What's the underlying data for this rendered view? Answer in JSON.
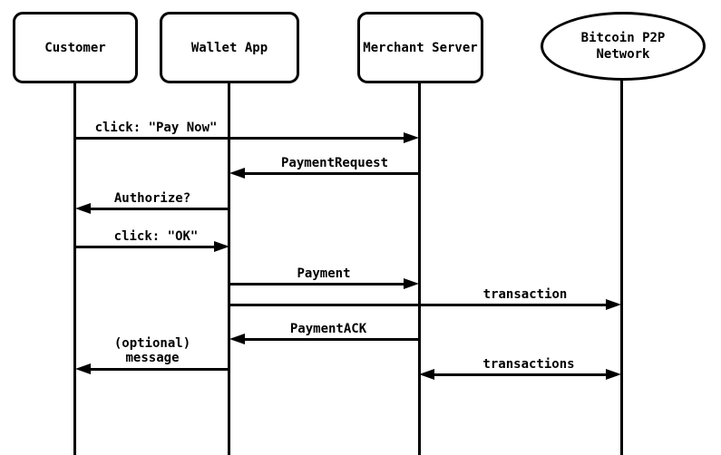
{
  "diagram": {
    "type": "sequence-diagram",
    "background_color": "#ffffff",
    "line_color": "#000000",
    "text_color": "#000000"
  },
  "actors": [
    {
      "label": "Customer",
      "shape": "rounded-rect"
    },
    {
      "label": "Wallet App",
      "shape": "rounded-rect"
    },
    {
      "label": "Merchant Server",
      "shape": "rounded-rect"
    },
    {
      "label": "Bitcoin P2P Network",
      "shape": "ellipse"
    }
  ],
  "messages": [
    {
      "label": "click: \"Pay Now\"",
      "from": "Customer",
      "to": "Merchant Server",
      "direction": "right"
    },
    {
      "label": "PaymentRequest",
      "from": "Merchant Server",
      "to": "Wallet App",
      "direction": "left"
    },
    {
      "label": "Authorize?",
      "from": "Wallet App",
      "to": "Customer",
      "direction": "left"
    },
    {
      "label": "click: \"OK\"",
      "from": "Customer",
      "to": "Wallet App",
      "direction": "right"
    },
    {
      "label": "Payment",
      "from": "Wallet App",
      "to": "Merchant Server",
      "direction": "right"
    },
    {
      "label": "transaction",
      "from": "Wallet App",
      "to": "Bitcoin P2P Network",
      "direction": "right"
    },
    {
      "label": "PaymentACK",
      "from": "Merchant Server",
      "to": "Wallet App",
      "direction": "left"
    },
    {
      "label": "(optional)\nmessage",
      "from": "Wallet App",
      "to": "Customer",
      "direction": "left"
    },
    {
      "label": "transactions",
      "from": "Merchant Server",
      "to": "Bitcoin P2P Network",
      "direction": "both"
    }
  ]
}
